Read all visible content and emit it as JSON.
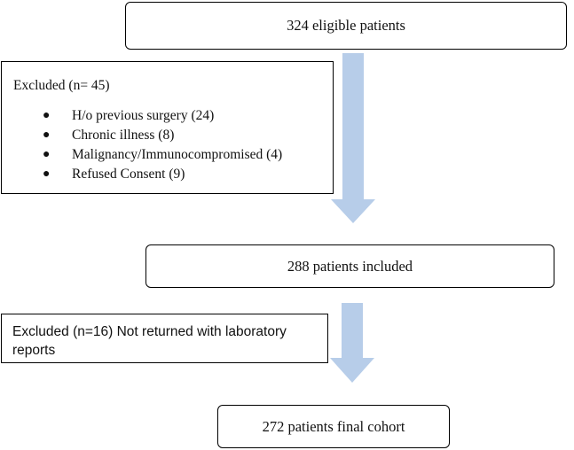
{
  "diagram": {
    "nodes": {
      "eligible": {
        "text": "324 eligible patients"
      },
      "excluded_first": {
        "title": "Excluded (n= 45)",
        "items": [
          "H/o previous surgery (24)",
          "Chronic illness (8)",
          "Malignancy/Immunocompromised (4)",
          "Refused Consent (9)"
        ]
      },
      "included": {
        "text": "288 patients included"
      },
      "excluded_second": {
        "text": "Excluded (n=16) Not returned with laboratory reports"
      },
      "final": {
        "text": "272 patients final cohort"
      }
    },
    "colors": {
      "arrow": "#b7cde9",
      "border": "#000000",
      "background": "#ffffff"
    }
  }
}
